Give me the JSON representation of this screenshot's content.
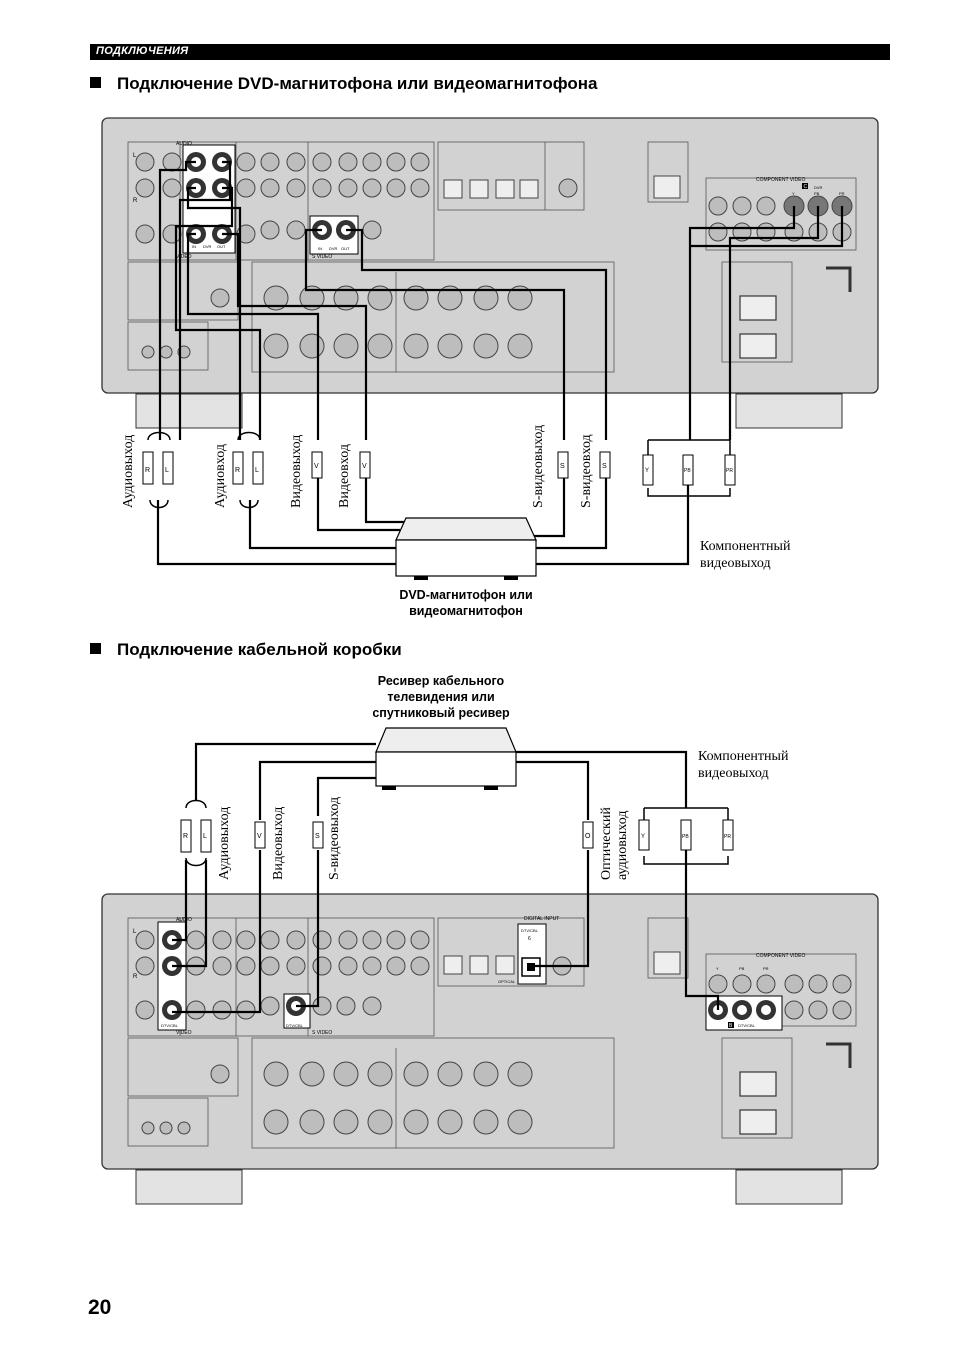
{
  "header": {
    "section_label": "ПОДКЛЮЧЕНИЯ"
  },
  "section1": {
    "title": "Подключение DVD-магнитофона или видеомагнитофона",
    "device_label_line1": "DVD-магнитофон или",
    "device_label_line2": "видеомагнитофон",
    "cable_labels": [
      "Аудиовыход",
      "Аудиовход",
      "Видеовыход",
      "Видеовход",
      "S-видеовыход",
      "S-видеовход"
    ],
    "component_label_line1": "Компонентный",
    "component_label_line2": "видеовыход",
    "panel": {
      "audio": "AUDIO",
      "video": "VIDEO",
      "s_video": "S VIDEO",
      "component_video": "COMPONENT VIDEO",
      "dvr": "DVR",
      "in": "IN",
      "out": "OUT",
      "jack_c": "C",
      "l": "L",
      "r": "R",
      "y": "Y",
      "pb": "PB",
      "pr": "PR"
    },
    "plugs": {
      "r": "R",
      "l": "L",
      "v": "V",
      "s": "S",
      "y": "Y",
      "pb": "PB",
      "pr": "PR"
    }
  },
  "section2": {
    "title": "Подключение кабельной коробки",
    "device_label_line1": "Ресивер кабельного",
    "device_label_line2": "телевидения или",
    "device_label_line3": "спутниковый ресивер",
    "component_label_line1": "Компонентный",
    "component_label_line2": "видеовыход",
    "cable_labels": [
      "Аудиовыход",
      "Видеовыход",
      "S-видеовыход"
    ],
    "optical_line1": "Оптический",
    "optical_line2": "аудиовыход",
    "panel": {
      "audio": "AUDIO",
      "video": "VIDEO",
      "s_video": "S VIDEO",
      "digital_input": "DIGITAL INPUT",
      "optical": "OPTICAL",
      "dtv_cbl": "DTV/CBL",
      "component_video": "COMPONENT VIDEO",
      "jack_6": "6",
      "jack_b": "B",
      "l": "L",
      "r": "R",
      "y": "Y",
      "pb": "PB",
      "pr": "PR"
    },
    "plugs": {
      "r": "R",
      "l": "L",
      "v": "V",
      "s": "S",
      "o": "O",
      "y": "Y",
      "pb": "PB",
      "pr": "PR"
    }
  },
  "footer": {
    "page_number": "20"
  },
  "colors": {
    "panel_fill": "#d2d2d2",
    "panel_stroke": "#333333",
    "cable": "#000000"
  }
}
